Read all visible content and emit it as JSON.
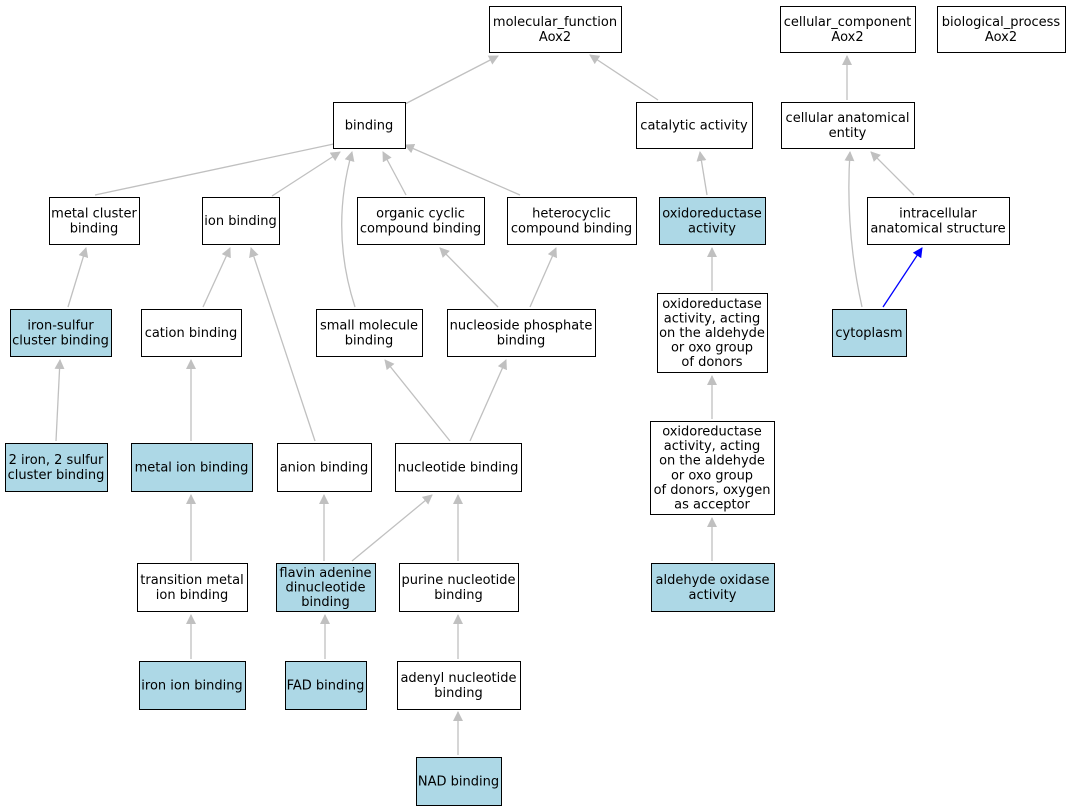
{
  "colors": {
    "highlight_fill": "#add8e6",
    "plain_fill": "#ffffff",
    "edge_gray": "#c0c0c0",
    "edge_blue": "#0000ff",
    "border": "#000000"
  },
  "nodes": [
    {
      "id": "mf",
      "lines": [
        "molecular_function",
        "Aox2"
      ],
      "highlight": false
    },
    {
      "id": "cc",
      "lines": [
        "cellular_component",
        "Aox2"
      ],
      "highlight": false
    },
    {
      "id": "bp",
      "lines": [
        "biological_process",
        "Aox2"
      ],
      "highlight": false
    },
    {
      "id": "binding",
      "lines": [
        "binding"
      ],
      "highlight": false
    },
    {
      "id": "catalytic",
      "lines": [
        "catalytic activity"
      ],
      "highlight": false
    },
    {
      "id": "cae",
      "lines": [
        "cellular anatomical",
        "entity"
      ],
      "highlight": false
    },
    {
      "id": "metalcluster",
      "lines": [
        "metal cluster",
        "binding"
      ],
      "highlight": false
    },
    {
      "id": "ionbinding",
      "lines": [
        "ion binding"
      ],
      "highlight": false
    },
    {
      "id": "organiccyclic",
      "lines": [
        "organic cyclic",
        "compound binding"
      ],
      "highlight": false
    },
    {
      "id": "heterocyclic",
      "lines": [
        "heterocyclic",
        "compound binding"
      ],
      "highlight": false
    },
    {
      "id": "oxidoreductase",
      "lines": [
        "oxidoreductase",
        "activity"
      ],
      "highlight": true
    },
    {
      "id": "intracellular",
      "lines": [
        "intracellular",
        "anatomical structure"
      ],
      "highlight": false
    },
    {
      "id": "ironsulfur",
      "lines": [
        "iron-sulfur",
        "cluster binding"
      ],
      "highlight": true
    },
    {
      "id": "cationbinding",
      "lines": [
        "cation binding"
      ],
      "highlight": false
    },
    {
      "id": "smallmolecule",
      "lines": [
        "small molecule",
        "binding"
      ],
      "highlight": false
    },
    {
      "id": "nucleosidephosphate",
      "lines": [
        "nucleoside phosphate",
        "binding"
      ],
      "highlight": false
    },
    {
      "id": "oxaldehyde",
      "lines": [
        "oxidoreductase",
        "activity, acting",
        "on the aldehyde",
        "or oxo group",
        "of donors"
      ],
      "highlight": false
    },
    {
      "id": "cytoplasm",
      "lines": [
        "cytoplasm"
      ],
      "highlight": true
    },
    {
      "id": "fe2s2",
      "lines": [
        "2 iron, 2 sulfur",
        "cluster binding"
      ],
      "highlight": true
    },
    {
      "id": "metalion",
      "lines": [
        "metal ion binding"
      ],
      "highlight": true
    },
    {
      "id": "anionbinding",
      "lines": [
        "anion binding"
      ],
      "highlight": false
    },
    {
      "id": "nucleotidebinding",
      "lines": [
        "nucleotide binding"
      ],
      "highlight": false
    },
    {
      "id": "oxaldehydeoxygen",
      "lines": [
        "oxidoreductase",
        "activity, acting",
        "on the aldehyde",
        "or oxo group",
        "of donors, oxygen",
        "as acceptor"
      ],
      "highlight": false
    },
    {
      "id": "transitionmetal",
      "lines": [
        "transition metal",
        "ion binding"
      ],
      "highlight": false
    },
    {
      "id": "flavin",
      "lines": [
        "flavin adenine",
        "dinucleotide",
        "binding"
      ],
      "highlight": true
    },
    {
      "id": "purinenucleotide",
      "lines": [
        "purine nucleotide",
        "binding"
      ],
      "highlight": false
    },
    {
      "id": "aldehydeoxidase",
      "lines": [
        "aldehyde oxidase",
        "activity"
      ],
      "highlight": true
    },
    {
      "id": "ironion",
      "lines": [
        "iron ion binding"
      ],
      "highlight": true
    },
    {
      "id": "fadbinding",
      "lines": [
        "FAD binding"
      ],
      "highlight": true
    },
    {
      "id": "adenylnucleotide",
      "lines": [
        "adenyl nucleotide",
        "binding"
      ],
      "highlight": false
    },
    {
      "id": "nadbinding",
      "lines": [
        "NAD binding"
      ],
      "highlight": true
    }
  ],
  "edges": [
    {
      "from": "binding",
      "to": "mf",
      "color": "gray"
    },
    {
      "from": "catalytic",
      "to": "mf",
      "color": "gray"
    },
    {
      "from": "cae",
      "to": "cc",
      "color": "gray"
    },
    {
      "from": "metalcluster",
      "to": "binding",
      "color": "gray"
    },
    {
      "from": "ionbinding",
      "to": "binding",
      "color": "gray"
    },
    {
      "from": "smallmolecule",
      "to": "binding",
      "color": "gray"
    },
    {
      "from": "organiccyclic",
      "to": "binding",
      "color": "gray"
    },
    {
      "from": "heterocyclic",
      "to": "binding",
      "color": "gray"
    },
    {
      "from": "oxidoreductase",
      "to": "catalytic",
      "color": "gray"
    },
    {
      "from": "intracellular",
      "to": "cae",
      "color": "gray"
    },
    {
      "from": "cytoplasm",
      "to": "cae",
      "color": "gray"
    },
    {
      "from": "cytoplasm",
      "to": "intracellular",
      "color": "blue"
    },
    {
      "from": "ironsulfur",
      "to": "metalcluster",
      "color": "gray"
    },
    {
      "from": "cationbinding",
      "to": "ionbinding",
      "color": "gray"
    },
    {
      "from": "anionbinding",
      "to": "ionbinding",
      "color": "gray"
    },
    {
      "from": "nucleosidephosphate",
      "to": "organiccyclic",
      "color": "gray"
    },
    {
      "from": "nucleosidephosphate",
      "to": "heterocyclic",
      "color": "gray"
    },
    {
      "from": "oxaldehyde",
      "to": "oxidoreductase",
      "color": "gray"
    },
    {
      "from": "fe2s2",
      "to": "ironsulfur",
      "color": "gray"
    },
    {
      "from": "metalion",
      "to": "cationbinding",
      "color": "gray"
    },
    {
      "from": "nucleotidebinding",
      "to": "smallmolecule",
      "color": "gray"
    },
    {
      "from": "nucleotidebinding",
      "to": "nucleosidephosphate",
      "color": "gray"
    },
    {
      "from": "oxaldehydeoxygen",
      "to": "oxaldehyde",
      "color": "gray"
    },
    {
      "from": "transitionmetal",
      "to": "metalion",
      "color": "gray"
    },
    {
      "from": "flavin",
      "to": "anionbinding",
      "color": "gray"
    },
    {
      "from": "flavin",
      "to": "nucleotidebinding",
      "color": "gray"
    },
    {
      "from": "purinenucleotide",
      "to": "nucleotidebinding",
      "color": "gray"
    },
    {
      "from": "aldehydeoxidase",
      "to": "oxaldehydeoxygen",
      "color": "gray"
    },
    {
      "from": "ironion",
      "to": "transitionmetal",
      "color": "gray"
    },
    {
      "from": "fadbinding",
      "to": "flavin",
      "color": "gray"
    },
    {
      "from": "adenylnucleotide",
      "to": "purinenucleotide",
      "color": "gray"
    },
    {
      "from": "nadbinding",
      "to": "adenylnucleotide",
      "color": "gray"
    }
  ]
}
